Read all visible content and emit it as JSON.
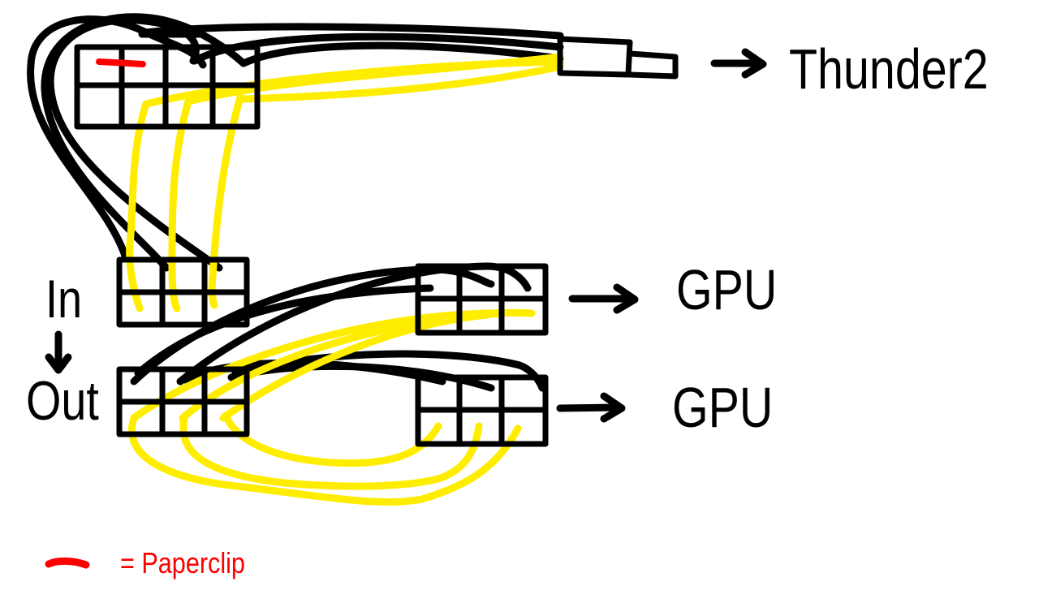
{
  "labels": {
    "thunder": "Thunder2",
    "gpu_1": "GPU",
    "gpu_2": "GPU",
    "input": "In",
    "output": "Out"
  },
  "legend": {
    "text": "= Paperclip",
    "color": "#ff0000"
  },
  "colors": {
    "black_wire": "#000000",
    "yellow_wire": "#ffed00",
    "paperclip": "#ff0000"
  }
}
